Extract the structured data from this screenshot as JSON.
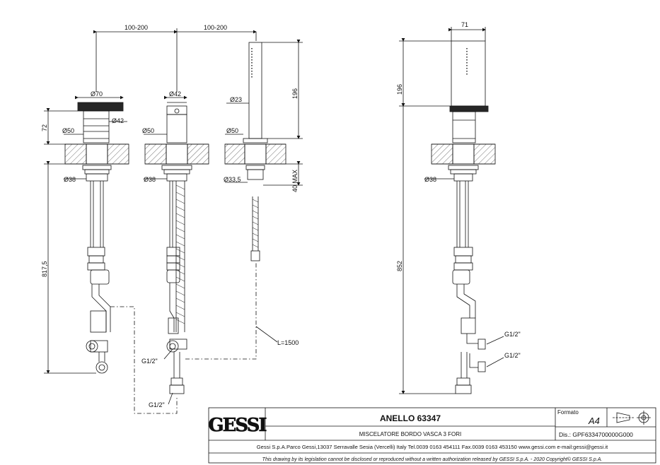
{
  "title_block": {
    "product_name": "ANELLO 63347",
    "product_desc": "MISCELATORE BORDO VASCA 3 FORI",
    "formato_label": "Formato",
    "formato_value": "A4",
    "dis_label": "Dis.: GPF6334700000G000",
    "company_info": "Gessi S.p.A.Parco Gessi,13037 Serravalle Sesia (Vercelli) Italy Tel.0039 0163 454111 Fax.0039 0163 453150 www.gessi.com e-mail:gessi@gessi.it",
    "legal_notice": "This drawing by its legislation cannot be disclosed or reproduced without a written authorization released by GESSI S.p.A. - 2020 Copyright© GESSI S.p.A.",
    "logo_text": "GESSI"
  },
  "dimensions": {
    "spacing_1": "100-200",
    "spacing_2": "100-200",
    "d70": "Ø70",
    "d42_top": "Ø42",
    "d42_side": "Ø42",
    "d23": "Ø23",
    "d50_a": "Ø50",
    "d50_b": "Ø50",
    "d50_c": "Ø50",
    "d38_a": "Ø38",
    "d38_b": "Ø38",
    "d38_c": "Ø38",
    "d33_5": "Ø33,5",
    "h72": "72",
    "h196_a": "196",
    "h196_b": "196",
    "h40max": "40 MAX",
    "h817_5": "817,5",
    "h852": "852",
    "w71": "71",
    "l1500": "L=1500",
    "g12_a": "G1/2\"",
    "g12_b": "G1/2\"",
    "g12_c": "G1/2\"",
    "g12_d": "G1/2\""
  },
  "colors": {
    "line": "#111111",
    "hatch": "#333333",
    "background": "#ffffff"
  }
}
